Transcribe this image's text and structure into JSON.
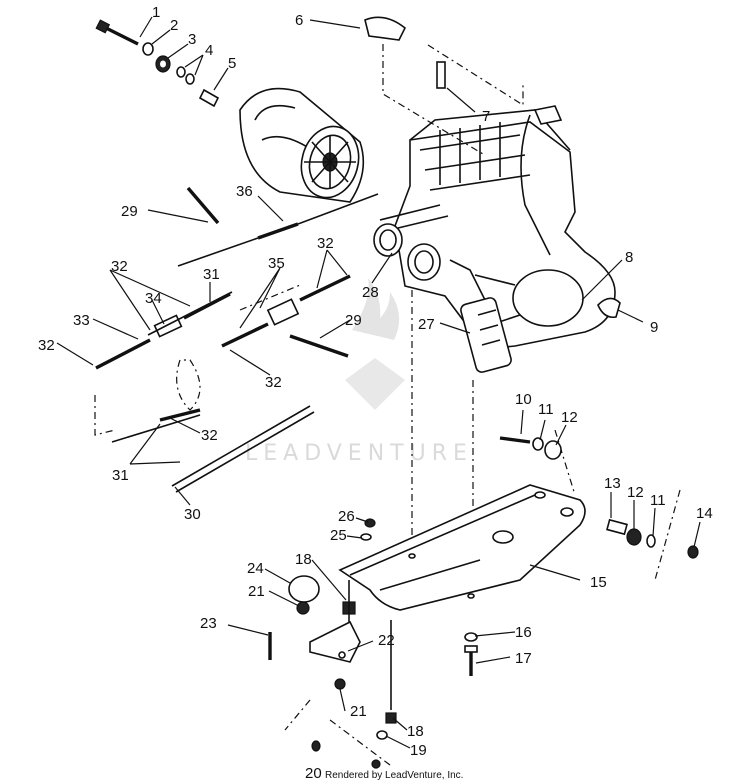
{
  "diagram": {
    "credit": "Rendered by LeadVenture, Inc.",
    "watermark": "LEADVENTURE",
    "colors": {
      "ink": "#111111",
      "watermark": "#d6d6d6",
      "background": "#ffffff"
    },
    "callouts": [
      "1",
      "2",
      "3",
      "4",
      "5",
      "6",
      "7",
      "8",
      "9",
      "10",
      "11",
      "12",
      "13",
      "12",
      "11",
      "14",
      "15",
      "16",
      "17",
      "18",
      "19",
      "20",
      "21",
      "22",
      "23",
      "24",
      "21",
      "18",
      "25",
      "26",
      "27",
      "28",
      "29",
      "36",
      "32",
      "31",
      "34",
      "33",
      "32",
      "35",
      "32",
      "29",
      "32",
      "32",
      "31",
      "30"
    ]
  }
}
